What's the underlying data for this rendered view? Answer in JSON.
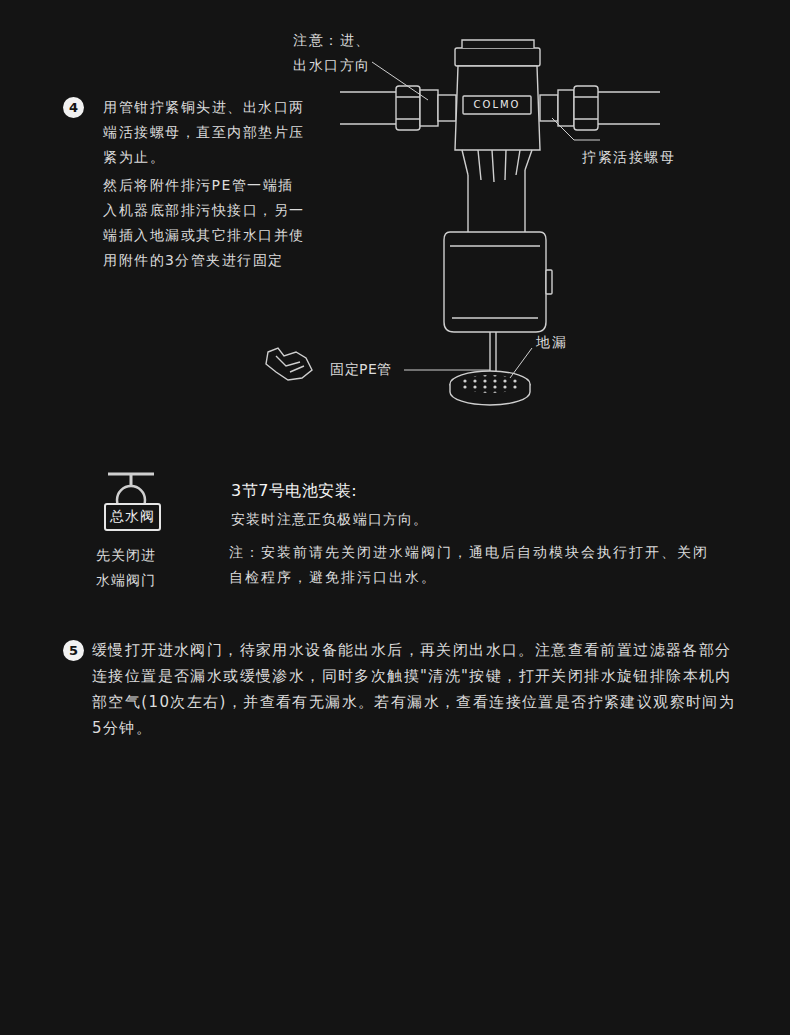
{
  "diagram": {
    "nodes": [
      {
        "text": [
          "4"
        ]
      },
      {
        "text": [
          "总水阀"
        ]
      },
      {
        "text": [
          "5"
        ]
      }
    ],
    "labels": [
      "注意：进、出水口方向",
      "用管钳拧紧铜头进、出水口两端活接螺母，直至内部垫片压紧为止。",
      "然后将附件排污PE管一端插入机器底部排污快接口，另一端插入地漏或其它排水口并使用附件的3分管夹进行固定",
      "COLMO",
      "拧紧活接螺母",
      "地漏",
      "固定PE管",
      "先关闭进水端阀门",
      "3节7号电池安装:",
      "安装时注意正负极端口方向。",
      "注：安装前请先关闭进水端阀门，通电后自动模块会执行打开、关闭自检程序，避免排污口出水。",
      "缓慢打开进水阀门，待家用水设备能出水后，再关闭出水口。注意查看前置过滤器各部分连接位置是否漏水或缓慢渗水，同时多次触摸\"清洗\"按键，打开关闭排水旋钮排除本机内部空气(10次左右)，并查看有无漏水。若有漏水，查看连接位置是否拧紧建议观察时间为5分钟。"
    ]
  }
}
